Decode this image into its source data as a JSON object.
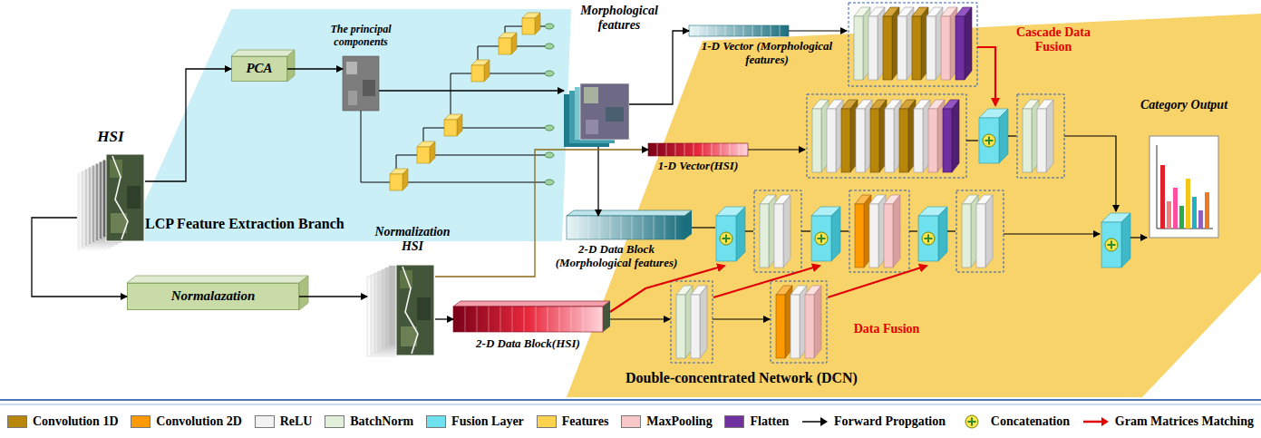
{
  "diagram": {
    "nodes": [
      {
        "text": [
          "HSI"
        ]
      },
      {
        "text": [
          "LCP Feature Extraction Branch"
        ]
      },
      {
        "text": [
          "PCA"
        ],
        "in": 1
      },
      {
        "text": [
          "The principal components"
        ],
        "in": 1
      },
      {
        "text": [
          "Normalazation"
        ]
      },
      {
        "text": [
          "Morphological features"
        ]
      },
      {
        "text": [
          "Normalization HSI"
        ]
      },
      {
        "text": [
          "Double-concentrated Network (DCN)"
        ]
      },
      {
        "text": [
          "1-D Vector (Morphological features)"
        ]
      },
      {
        "text": [
          "1-D Vector(HSI)"
        ]
      },
      {
        "text": [
          "2-D Data Block (Morphological features)"
        ]
      },
      {
        "text": [
          "2-D Data Block(HSI)"
        ]
      },
      {
        "text": [
          "Category Output"
        ]
      }
    ],
    "edges": [
      {
        "from": 0,
        "to": 2,
        "arrow": "to"
      },
      {
        "from": 0,
        "to": 4,
        "arrow": "to"
      },
      {
        "from": 2,
        "to": 3,
        "arrow": "to"
      },
      {
        "from": 3,
        "to": 5,
        "arrow": "to"
      },
      {
        "from": 5,
        "to": 8,
        "arrow": "to"
      },
      {
        "from": 5,
        "to": 10,
        "arrow": "to"
      },
      {
        "from": 6,
        "to": 9,
        "arrow": "to"
      },
      {
        "from": 4,
        "to": 6,
        "arrow": "to"
      },
      {
        "from": 6,
        "to": 11,
        "arrow": "to"
      }
    ],
    "labels": [
      "Cascade Data Fusion",
      "Data Fusion"
    ],
    "legend": [
      {
        "text": "Convolution 1D",
        "color": "#b8860b"
      },
      {
        "text": "Convolution 2D",
        "color": "#ff9900"
      },
      {
        "text": "ReLU",
        "color": "#f2f2f2"
      },
      {
        "text": "BatchNorm",
        "color": "#e2efda"
      },
      {
        "text": "Fusion Layer",
        "color": "#6fe0ee"
      },
      {
        "text": "Features",
        "color": "#ffd34d"
      },
      {
        "text": "MaxPooling",
        "color": "#f8c8c8"
      },
      {
        "text": "Flatten",
        "color": "#7030a0"
      },
      {
        "text": "Forward Propgation"
      },
      {
        "text": "Concatenation"
      },
      {
        "text": "Gram Matrices Matching"
      }
    ]
  }
}
